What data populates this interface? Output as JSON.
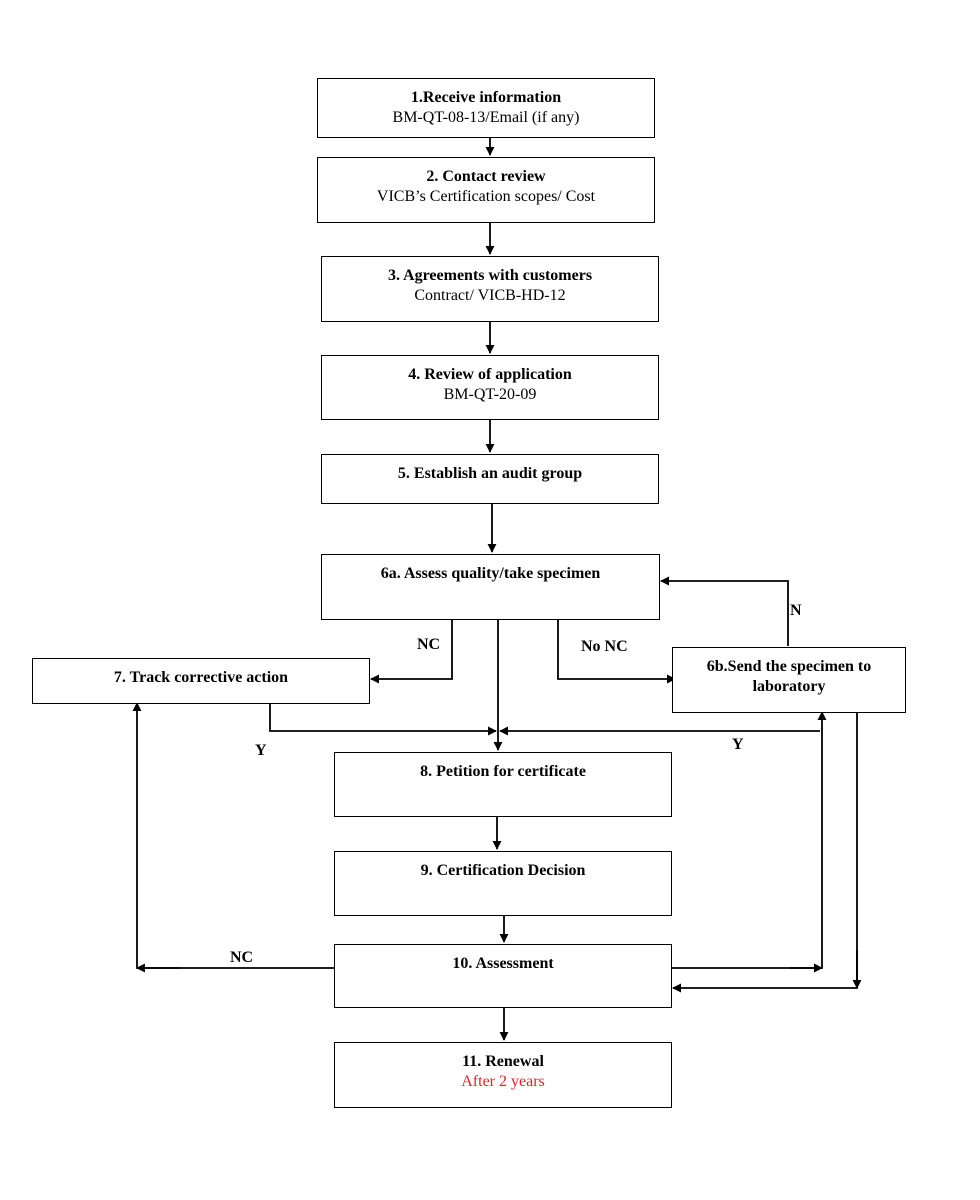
{
  "steps": {
    "s1": {
      "title": "1.Receive information",
      "sub": "BM-QT-08-13/Email (if any)"
    },
    "s2": {
      "title": "2. Contact review",
      "sub": "VICB’s Certification scopes/ Cost"
    },
    "s3": {
      "title": "3.  Agreements with customers",
      "sub": "Contract/ VICB-HD-12"
    },
    "s4": {
      "title": "4. Review of application",
      "sub": "BM-QT-20-09"
    },
    "s5": {
      "title": "5. Establish an audit group"
    },
    "s6a": {
      "title": "6a.  Assess quality/take specimen"
    },
    "s6b": {
      "title": "6b.Send the specimen to laboratory"
    },
    "s7": {
      "title": "7. Track corrective action"
    },
    "s8": {
      "title": "8. Petition for certificate"
    },
    "s9": {
      "title": "9. Certification Decision"
    },
    "s10": {
      "title": "10. Assessment"
    },
    "s11": {
      "title": "11. Renewal",
      "sub": "After 2 years"
    }
  },
  "labels": {
    "nc_top": "NC",
    "no_nc": "No NC",
    "n": "N",
    "y_left": "Y",
    "y_right": "Y",
    "nc_bottom": "NC"
  },
  "colors": {
    "line": "#000000",
    "highlight": "#e0242b"
  }
}
